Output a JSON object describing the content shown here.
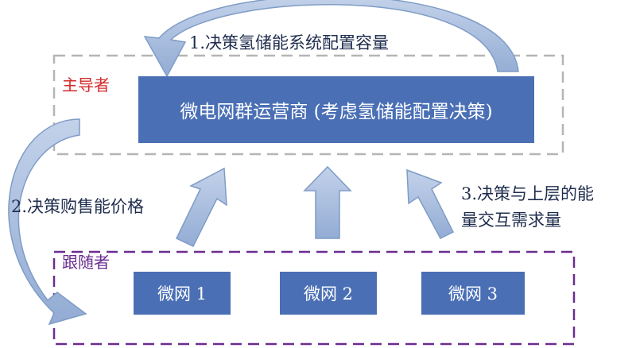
{
  "leader": {
    "group_label": "主导者",
    "box_label": "微电网群运营商 (考虑氢储能配置决策)"
  },
  "follower": {
    "group_label": "跟随者",
    "microgrids": [
      "微网 1",
      "微网 2",
      "微网 3"
    ]
  },
  "steps": {
    "step1": "1.决策氢储能系统配置容量",
    "step2": "2.决策购售能价格",
    "step3_line1": "3.决策与上层的能",
    "step3_line2": "量交互需求量"
  },
  "colors": {
    "box_fill": "#4a6fb5",
    "arrow_fill": "#a9bddc",
    "arrow_stroke": "#7f9cc6",
    "leader_border": "#b5b5b5",
    "follower_border": "#6a2c91",
    "leader_label": "#d42a2a",
    "follower_label": "#6a2c91"
  }
}
